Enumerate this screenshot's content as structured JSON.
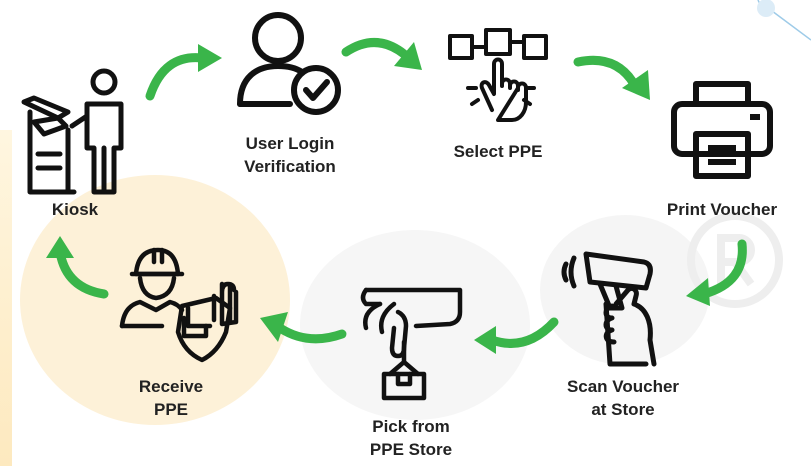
{
  "colors": {
    "accent": "#3ab54a",
    "ink": "#111111",
    "label": "#222222",
    "watermark": "#fbe6b8",
    "watermark_grey": "#efefef",
    "corner_line": "#9ecbe8"
  },
  "steps": [
    {
      "id": "kiosk",
      "label": "Kiosk",
      "icon": "kiosk-user-icon"
    },
    {
      "id": "user-login",
      "label": "User Login\nVerification",
      "icon": "user-check-icon"
    },
    {
      "id": "select-ppe",
      "label": "Select PPE",
      "icon": "touch-select-icon"
    },
    {
      "id": "print-voucher",
      "label": "Print Voucher",
      "icon": "printer-icon"
    },
    {
      "id": "scan-voucher",
      "label": "Scan Voucher\nat Store",
      "icon": "barcode-scanner-icon"
    },
    {
      "id": "pick-ppe",
      "label": "Pick from\nPPE Store",
      "icon": "hand-pick-box-icon"
    },
    {
      "id": "receive-ppe",
      "label": "Receive\nPPE",
      "icon": "worker-ppe-icon"
    }
  ]
}
